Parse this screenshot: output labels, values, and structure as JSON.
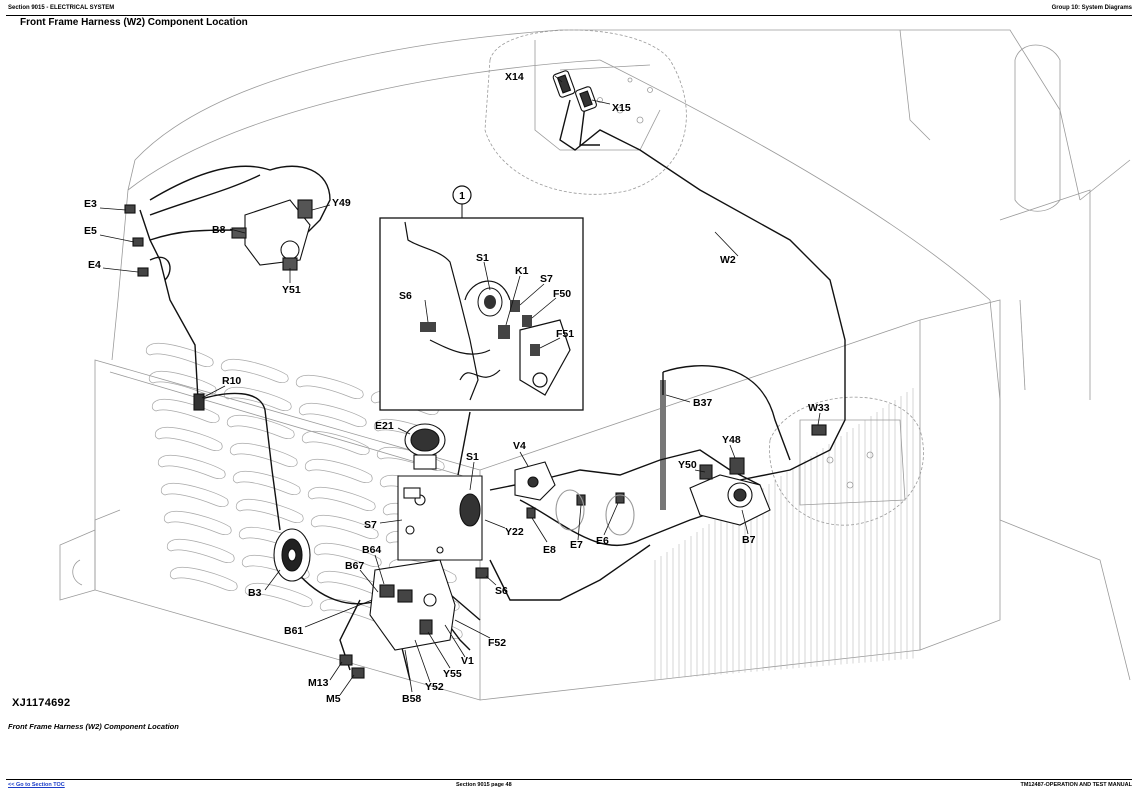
{
  "header": {
    "left": "Section 9015 - ELECTRICAL SYSTEM",
    "right": "Group 10: System Diagrams"
  },
  "title": "Front Frame Harness (W2) Component Location",
  "figure_id": "XJ1174692",
  "caption": "Front Frame Harness (W2) Component Location",
  "footer": {
    "left_link": "<< Go to Section TOC",
    "center": "Section 9015 page 48",
    "right": "TM12487-OPERATION AND TEST MANUAL"
  },
  "callout": "1",
  "labels": {
    "X14": "X14",
    "X15": "X15",
    "W2": "W2",
    "E3": "E3",
    "E5": "E5",
    "E4": "E4",
    "B8": "B8",
    "Y49": "Y49",
    "Y51": "Y51",
    "R10": "R10",
    "S1_inset": "S1",
    "K1": "K1",
    "S7_inset": "S7",
    "F50": "F50",
    "S6_inset": "S6",
    "F51": "F51",
    "B37": "B37",
    "W33": "W33",
    "E21": "E21",
    "V4": "V4",
    "S1": "S1",
    "Y48": "Y48",
    "Y50": "Y50",
    "S7": "S7",
    "Y22": "Y22",
    "E8": "E8",
    "E7": "E7",
    "E6": "E6",
    "B7": "B7",
    "B64": "B64",
    "B67": "B67",
    "B3": "B3",
    "S6": "S6",
    "B61": "B61",
    "F52": "F52",
    "V1": "V1",
    "Y55": "Y55",
    "M13": "M13",
    "Y52": "Y52",
    "M5": "M5",
    "B58": "B58"
  }
}
